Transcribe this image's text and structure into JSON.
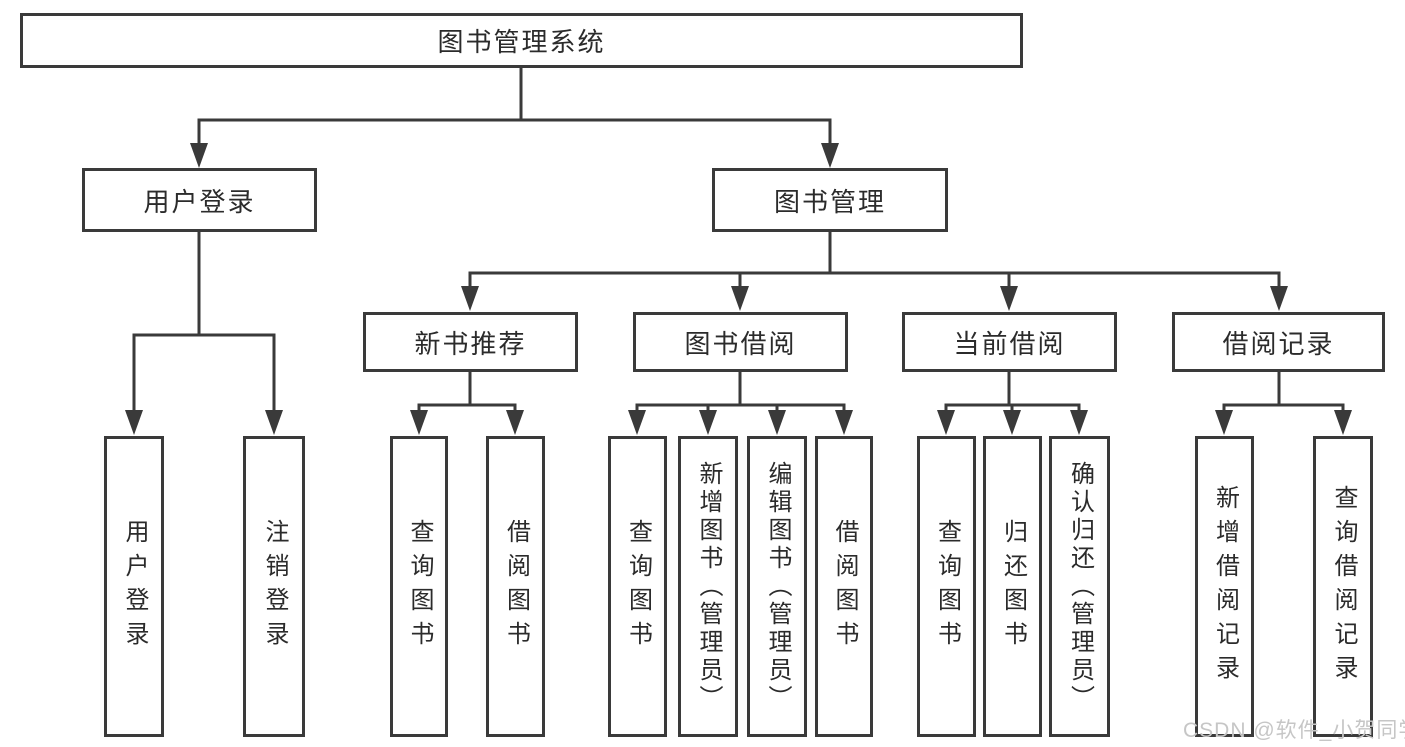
{
  "diagram": {
    "root_label": "图书管理系统",
    "login_branch": {
      "label": "用户登录",
      "leaves": [
        "用户登录",
        "注销登录"
      ]
    },
    "mgmt_branch": {
      "label": "图书管理",
      "sections": [
        {
          "label": "新书推荐",
          "leaves": [
            "查询图书",
            "借阅图书"
          ]
        },
        {
          "label": "图书借阅",
          "leaves": [
            "查询图书",
            "新增图书（管理员）",
            "编辑图书（管理员）",
            "借阅图书"
          ]
        },
        {
          "label": "当前借阅",
          "leaves": [
            "查询图书",
            "归还图书",
            "确认归还（管理员）"
          ]
        },
        {
          "label": "借阅记录",
          "leaves": [
            "新增借阅记录",
            "查询借阅记录"
          ]
        }
      ]
    }
  },
  "watermark": {
    "text": "CSDN @软件_小贺同学"
  },
  "colors": {
    "line": "#3a3a3a",
    "text": "#2b2b2b",
    "background": "#ffffff",
    "watermark": "#c6c6c6"
  }
}
